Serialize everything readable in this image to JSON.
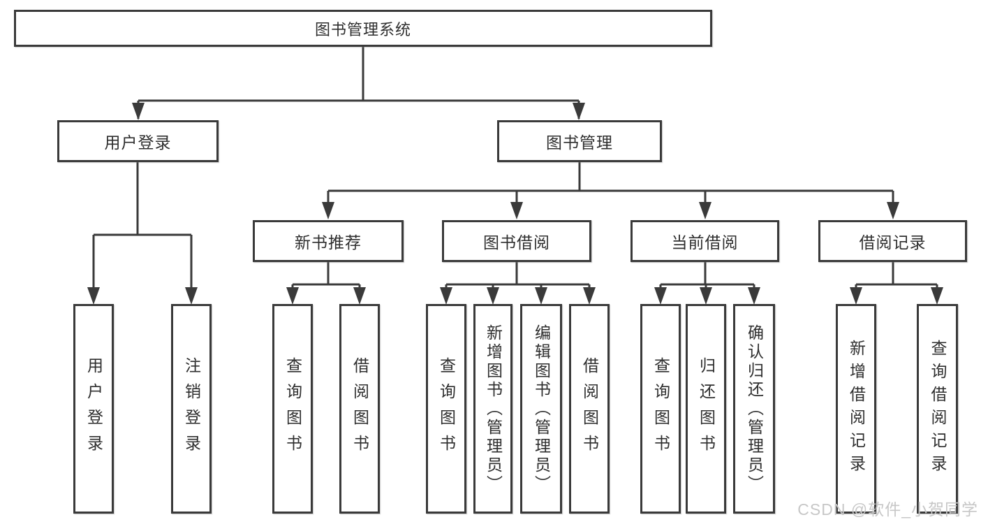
{
  "tree": {
    "label": "图书管理系统",
    "children": [
      {
        "label": "用户登录",
        "children": [
          {
            "label": "用户登录"
          },
          {
            "label": "注销登录"
          }
        ]
      },
      {
        "label": "图书管理",
        "children": [
          {
            "label": "新书推荐",
            "children": [
              {
                "label": "查询图书"
              },
              {
                "label": "借阅图书"
              }
            ]
          },
          {
            "label": "图书借阅",
            "children": [
              {
                "label": "查询图书"
              },
              {
                "label": "新增图书（管理员）"
              },
              {
                "label": "编辑图书（管理员）"
              },
              {
                "label": "借阅图书"
              }
            ]
          },
          {
            "label": "当前借阅",
            "children": [
              {
                "label": "查询图书"
              },
              {
                "label": "归还图书"
              },
              {
                "label": "确认归还（管理员）"
              }
            ]
          },
          {
            "label": "借阅记录",
            "children": [
              {
                "label": "新增借阅记录"
              },
              {
                "label": "查询借阅记录"
              }
            ]
          }
        ]
      }
    ]
  },
  "watermark": {
    "text": "CSDN @软件_小贺同学"
  },
  "colors": {
    "line": "#3a3a3a",
    "border": "#3a3a3a",
    "text": "#2e2e2e",
    "bg": "#ffffff",
    "watermark": "#c7c7c7"
  }
}
